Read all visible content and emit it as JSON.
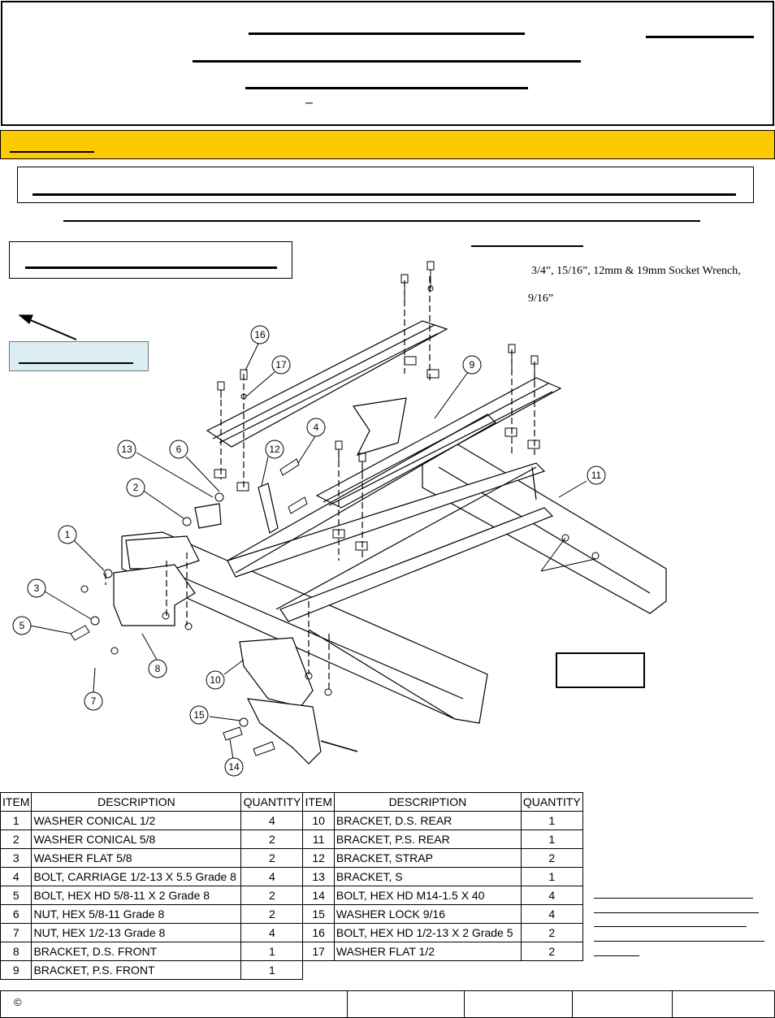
{
  "tools": {
    "line1": "3/4”, 15/16”, 12mm & 19mm Socket Wrench,",
    "line2": "9/16”"
  },
  "diagram": {
    "callouts": [
      "1",
      "2",
      "3",
      "4",
      "5",
      "6",
      "7",
      "8",
      "9",
      "10",
      "11",
      "12",
      "13",
      "14",
      "15",
      "16",
      "17"
    ]
  },
  "parts_table": {
    "headers": [
      "ITEM",
      "DESCRIPTION",
      "QUANTITY"
    ],
    "left": [
      {
        "item": "1",
        "desc": "WASHER CONICAL 1/2",
        "qty": "4"
      },
      {
        "item": "2",
        "desc": "WASHER CONICAL 5/8",
        "qty": "2"
      },
      {
        "item": "3",
        "desc": "WASHER FLAT 5/8",
        "qty": "2"
      },
      {
        "item": "4",
        "desc": "BOLT, CARRIAGE 1/2-13 X 5.5 Grade 8",
        "qty": "4"
      },
      {
        "item": "5",
        "desc": "BOLT, HEX HD 5/8-11 X 2 Grade 8",
        "qty": "2"
      },
      {
        "item": "6",
        "desc": "NUT, HEX 5/8-11 Grade 8",
        "qty": "2"
      },
      {
        "item": "7",
        "desc": "NUT, HEX 1/2-13 Grade 8",
        "qty": "4"
      },
      {
        "item": "8",
        "desc": "BRACKET, D.S. FRONT",
        "qty": "1"
      },
      {
        "item": "9",
        "desc": "BRACKET, P.S. FRONT",
        "qty": "1"
      }
    ],
    "right": [
      {
        "item": "10",
        "desc": "BRACKET, D.S. REAR",
        "qty": "1"
      },
      {
        "item": "11",
        "desc": "BRACKET, P.S. REAR",
        "qty": "1"
      },
      {
        "item": "12",
        "desc": "BRACKET, STRAP",
        "qty": "2"
      },
      {
        "item": "13",
        "desc": "BRACKET, S",
        "qty": "1"
      },
      {
        "item": "14",
        "desc": "BOLT, HEX HD M14-1.5 X 40",
        "qty": "4"
      },
      {
        "item": "15",
        "desc": "WASHER LOCK 9/16",
        "qty": "4"
      },
      {
        "item": "16",
        "desc": "BOLT, HEX HD 1/2-13 X 2 Grade 5",
        "qty": "2"
      },
      {
        "item": "17",
        "desc": "WASHER FLAT 1/2",
        "qty": "2"
      }
    ]
  },
  "header_dash": "–",
  "footer": {
    "copyright": "©"
  }
}
